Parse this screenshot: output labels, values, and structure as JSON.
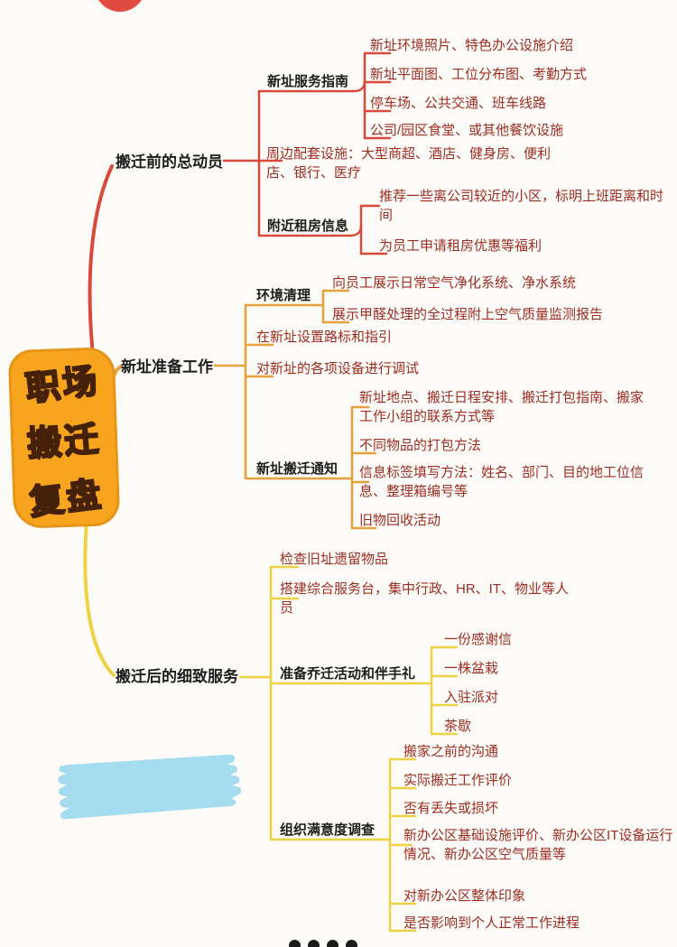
{
  "central": {
    "line1": "职场",
    "line2": "搬迁",
    "line3": "复盘"
  },
  "colors": {
    "pageBg": "#fdfbf7",
    "branch1": "#d84b3c",
    "branch2": "#e6a13c",
    "branch3": "#edd344",
    "leafText": "#9b2d22",
    "nodeText": "#1d1d1d",
    "badgeBg": "#f7a51e",
    "badgeText": "#dc4629",
    "badgeStroke": "#45210a",
    "scribble": "#a6dcef",
    "topCircle": "#e14b41",
    "dot": "#1c1c1c"
  },
  "branch1": {
    "label": "搬迁前的总动员",
    "guide": {
      "label": "新址服务指南",
      "leaves": [
        "新址环境照片、特色办公设施介绍",
        "新址平面图、工位分布图、考勤方式",
        "停车场、公共交通、班车线路",
        "公司/园区食堂、或其他餐饮设施"
      ]
    },
    "surrounding": "周边配套设施：大型商超、酒店、健身房、便利店、银行、医疗",
    "rental": {
      "label": "附近租房信息",
      "leaves": [
        "推荐一些离公司较近的小区，标明上班距离和时间",
        "为员工申请租房优惠等福利"
      ]
    }
  },
  "branch2": {
    "label": "新址准备工作",
    "cleaning": {
      "label": "环境清理",
      "leaves": [
        "向员工展示日常空气净化系统、净水系统",
        "展示甲醛处理的全过程附上空气质量监测报告"
      ]
    },
    "signs": "在新址设置路标和指引",
    "devices": "对新址的各项设备进行调试",
    "notice": {
      "label": "新址搬迁通知",
      "leaves": [
        "新址地点、搬迁日程安排、搬迁打包指南、搬家工作小组的联系方式等",
        "不同物品的打包方法",
        "信息标签填写方法：姓名、部门、目的地工位信息、整理箱编号等",
        "旧物回收活动"
      ]
    }
  },
  "branch3": {
    "label": "搬迁后的细致服务",
    "check": "检查旧址遗留物品",
    "desk": "搭建综合服务台，集中行政、HR、IT、物业等人员",
    "gifts": {
      "label": "准备乔迁活动和伴手礼",
      "leaves": [
        "一份感谢信",
        "一株盆栽",
        "入驻派对",
        "茶歇"
      ]
    },
    "survey": {
      "label": "组织满意度调查",
      "leaves": [
        "搬家之前的沟通",
        "实际搬迁工作评价",
        "否有丢失或损坏",
        "新办公区基础设施评价、新办公区IT设备运行情况、新办公区空气质量等",
        "对新办公区整体印象",
        "是否影响到个人正常工作进程"
      ]
    }
  }
}
